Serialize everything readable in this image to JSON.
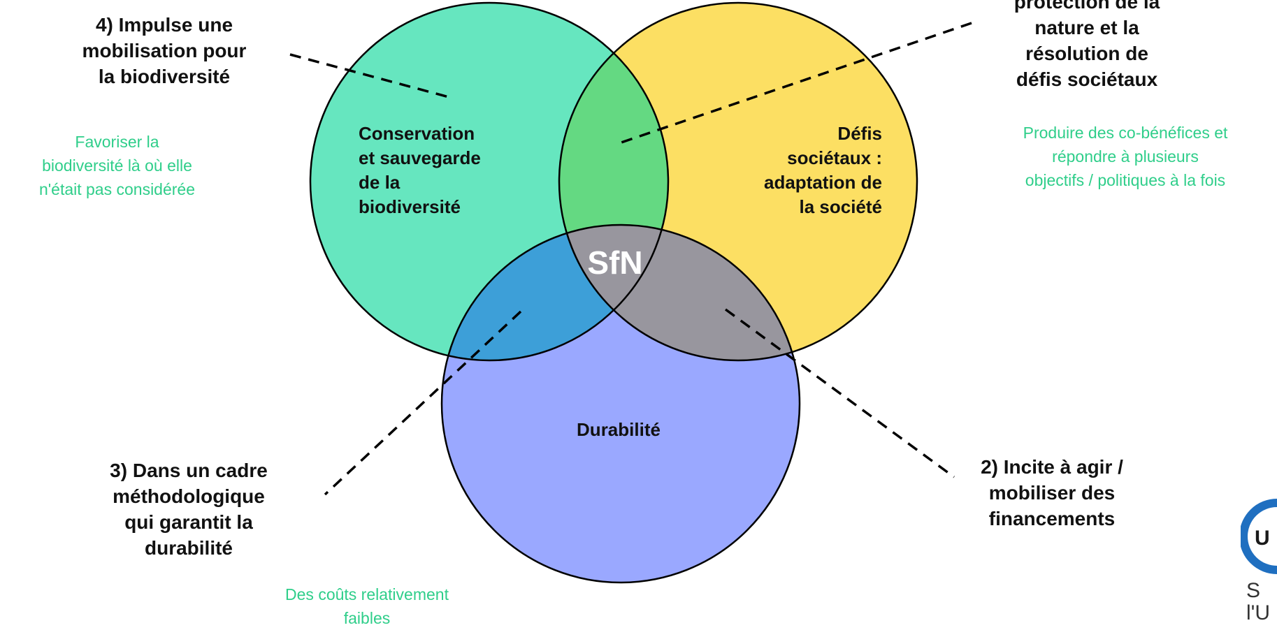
{
  "diagram": {
    "circles": {
      "conservation": {
        "label": "Conservation\net sauvegarde\nde la\nbiodiversité",
        "color": "#66e6bf"
      },
      "societal": {
        "label": "Défis\nsociétaux :\nadaptation de\nla société",
        "color": "#fcdf63"
      },
      "durability": {
        "label": "Durabilité",
        "color": "#9aa8ff"
      }
    },
    "overlaps": {
      "green_yellow": "#64d982",
      "green_blue": "#3d9fd8",
      "yellow_blue": "#98969e",
      "center_label": "SfN"
    },
    "callouts": {
      "c1": "protection de la\nnature et la\nrésolution de\ndéfis sociétaux",
      "c2": "2) Incite à agir /\nmobiliser des\nfinancements",
      "c3": "3) Dans un cadre\nméthodologique\nqui garantit la\ndurabilité",
      "c4": "4) Impulse une\nmobilisation pour\nla biodiversité"
    },
    "notes": {
      "n1": "Favoriser la\nbiodiversité là où elle\nn'était pas considérée",
      "n2": "Produire des co-bénéfices et\nrépondre à plusieurs\nobjectifs / politiques à la fois",
      "n3": "Des coûts relativement\nfaibles"
    },
    "logo": {
      "badge_text": "U",
      "caption": "S\nl'U",
      "ring_color": "#1f6fc0"
    }
  }
}
